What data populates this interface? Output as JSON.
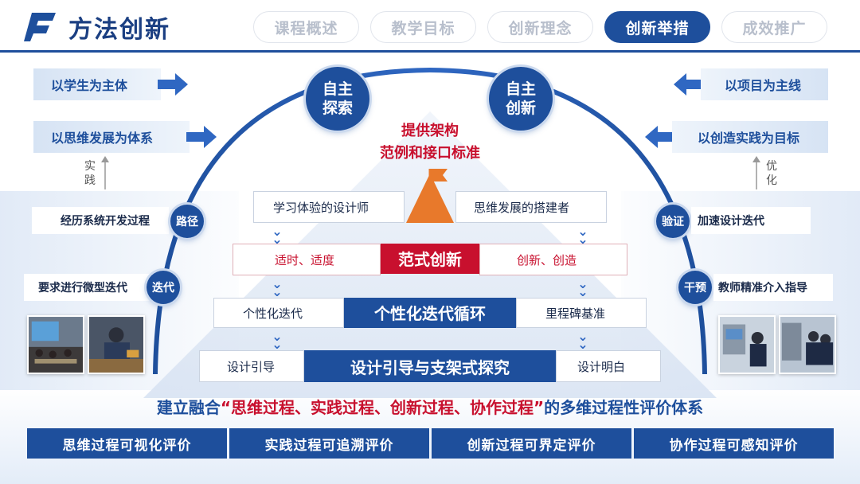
{
  "header": {
    "title": "方法创新",
    "tabs": [
      "课程概述",
      "教学目标",
      "创新理念",
      "创新举措",
      "成效推广"
    ],
    "active_tab": "创新举措"
  },
  "arc": {
    "left_badge": "自主\n探索",
    "right_badge": "自主\n创新",
    "center_text_line1": "提供架构",
    "center_text_line2": "范例和接口标准"
  },
  "left": {
    "label1": "以学生为主体",
    "label2": "以思维发展为体系",
    "practice": "实\n践",
    "row1_text": "经历系统开发过程",
    "row1_badge": "路径",
    "row2_text": "要求进行微型迭代",
    "row2_badge": "迭代"
  },
  "right": {
    "label1": "以项目为主线",
    "label2": "以创造实践为目标",
    "optimize": "优\n化",
    "row1_text": "加速设计迭代",
    "row1_badge": "验证",
    "row2_text": "教师精准介入指导",
    "row2_badge": "干预"
  },
  "pyramid": {
    "tier1_left": "学习体验的设计师",
    "tier1_right": "思维发展的搭建者",
    "tier2_left": "适时、适度",
    "tier2_center": "范式创新",
    "tier2_right": "创新、创造",
    "tier3_left": "个性化迭代",
    "tier3_center": "个性化迭代循环",
    "tier3_right": "里程碑基准",
    "tier4_left": "设计引导",
    "tier4_center": "设计引导与支架式探究",
    "tier4_right": "设计明白"
  },
  "evaluation": {
    "prefix": "建立融合",
    "highlight": "“思维过程、实践过程、创新过程、协作过程”",
    "suffix": "的多维过程性评价体系",
    "cells": [
      "思维过程可视化评价",
      "实践过程可追溯评价",
      "创新过程可界定评价",
      "协作过程可感知评价"
    ]
  },
  "colors": {
    "primary": "#1e4f9c",
    "accent_red": "#c8102e",
    "flag_orange": "#e8792b"
  }
}
